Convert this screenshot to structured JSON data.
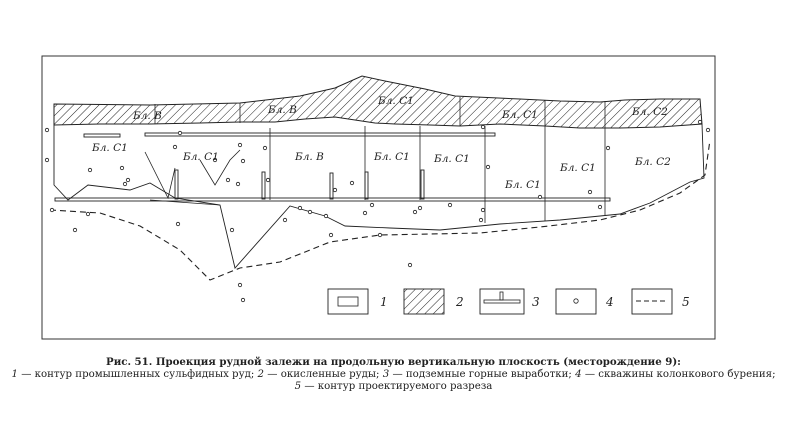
{
  "diagram": {
    "block_labels": [
      {
        "id": "b1",
        "text": "Бл. B"
      },
      {
        "id": "b2",
        "text": "Бл. B"
      },
      {
        "id": "b3",
        "text": "Бл. C1"
      },
      {
        "id": "b4",
        "text": "Бл. C1"
      },
      {
        "id": "b5",
        "text": "Бл. C2"
      },
      {
        "id": "b6",
        "text": "Бл. C1"
      },
      {
        "id": "b7",
        "text": "Бл. C1"
      },
      {
        "id": "b8",
        "text": "Бл. B"
      },
      {
        "id": "b9",
        "text": "Бл. C1"
      },
      {
        "id": "b10",
        "text": "Бл. C1"
      },
      {
        "id": "b11",
        "text": "Бл. C1"
      },
      {
        "id": "b12",
        "text": "Бл. C1"
      },
      {
        "id": "b13",
        "text": "Бл. C2"
      }
    ],
    "legend": [
      {
        "num": "1",
        "meaning": "контур промышленных сульфидных руд"
      },
      {
        "num": "2",
        "meaning": "окисленные руды"
      },
      {
        "num": "3",
        "meaning": "подземные горные выработки"
      },
      {
        "num": "4",
        "meaning": "скважины колонкового бурения"
      },
      {
        "num": "5",
        "meaning": "контур проектируемого разреза"
      }
    ]
  },
  "caption": {
    "title": "Рис. 51. Проекция рудной залежи на продольную вертикальную плоскость (месторождение 9):",
    "items": [
      {
        "num": "1",
        "text": "— контур промышленных сульфидных руд;"
      },
      {
        "num": "2",
        "text": "— окисленные руды;"
      },
      {
        "num": "3",
        "text": "— подземные горные выработки;"
      },
      {
        "num": "4",
        "text": "— скважины колонкового бурения;"
      },
      {
        "num": "5",
        "text": "— контур проектируемого разреза"
      }
    ]
  },
  "colors": {
    "ink": "#222222",
    "paper": "#ffffff"
  }
}
